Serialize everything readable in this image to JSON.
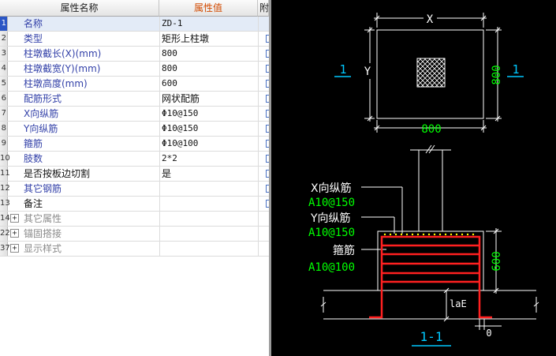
{
  "grid": {
    "headers": {
      "name": "属性名称",
      "value": "属性值",
      "attach": "附"
    },
    "rows": [
      {
        "num": "1",
        "name": "名称",
        "value": "ZD-1",
        "selected": true,
        "name_color": "blue"
      },
      {
        "num": "2",
        "name": "类型",
        "value": "矩形上柱墩",
        "checkbox": true
      },
      {
        "num": "3",
        "name": "柱墩截长(X)(mm)",
        "value": "800",
        "checkbox": true
      },
      {
        "num": "4",
        "name": "柱墩截宽(Y)(mm)",
        "value": "800",
        "checkbox": true
      },
      {
        "num": "5",
        "name": "柱墩高度(mm)",
        "value": "600",
        "checkbox": true
      },
      {
        "num": "6",
        "name": "配筋形式",
        "value": "网状配筋",
        "checkbox": true
      },
      {
        "num": "7",
        "name": "X向纵筋",
        "value": "Φ10@150",
        "checkbox": true
      },
      {
        "num": "8",
        "name": "Y向纵筋",
        "value": "Φ10@150",
        "checkbox": true
      },
      {
        "num": "9",
        "name": "箍筋",
        "value": "Φ10@100",
        "checkbox": true
      },
      {
        "num": "10",
        "name": "肢数",
        "value": "2*2",
        "checkbox": true
      },
      {
        "num": "11",
        "name": "是否按板边切割",
        "value": "是",
        "checkbox": true,
        "plain": true
      },
      {
        "num": "12",
        "name": "其它钢筋",
        "value": "",
        "checkbox": true
      },
      {
        "num": "13",
        "name": "备注",
        "value": "",
        "checkbox": true,
        "plain": true
      },
      {
        "num": "14",
        "name": "其它属性",
        "value": "",
        "expander": "+",
        "disabled": true
      },
      {
        "num": "22",
        "name": "锚固搭接",
        "value": "",
        "expander": "+",
        "disabled": true
      },
      {
        "num": "37",
        "name": "显示样式",
        "value": "",
        "expander": "+",
        "disabled": true
      }
    ]
  },
  "drawing": {
    "plan_x_label": "X",
    "plan_y_label": "Y",
    "plan_width_dim": "800",
    "plan_height_dim": "800",
    "section_mark_left": "1",
    "section_mark_right": "1",
    "x_rebar_label": "X向纵筋",
    "x_rebar_value": "A10@150",
    "y_rebar_label": "Y向纵筋",
    "y_rebar_value": "A10@150",
    "stirrup_label": "箍筋",
    "stirrup_value": "A10@100",
    "height_dim": "600",
    "anchor_label": "laE",
    "bottom_dim": "0",
    "section_title": "1-1"
  },
  "colors": {
    "cad_bg": "#000000",
    "cad_line": "#ffffff",
    "cad_green": "#00ff00",
    "cad_cyan": "#00c8ff",
    "rebar_red": "#ff2020",
    "selected_row": "#e3ebf7",
    "selected_num": "#2b56c5",
    "header_value": "#d24a00"
  }
}
